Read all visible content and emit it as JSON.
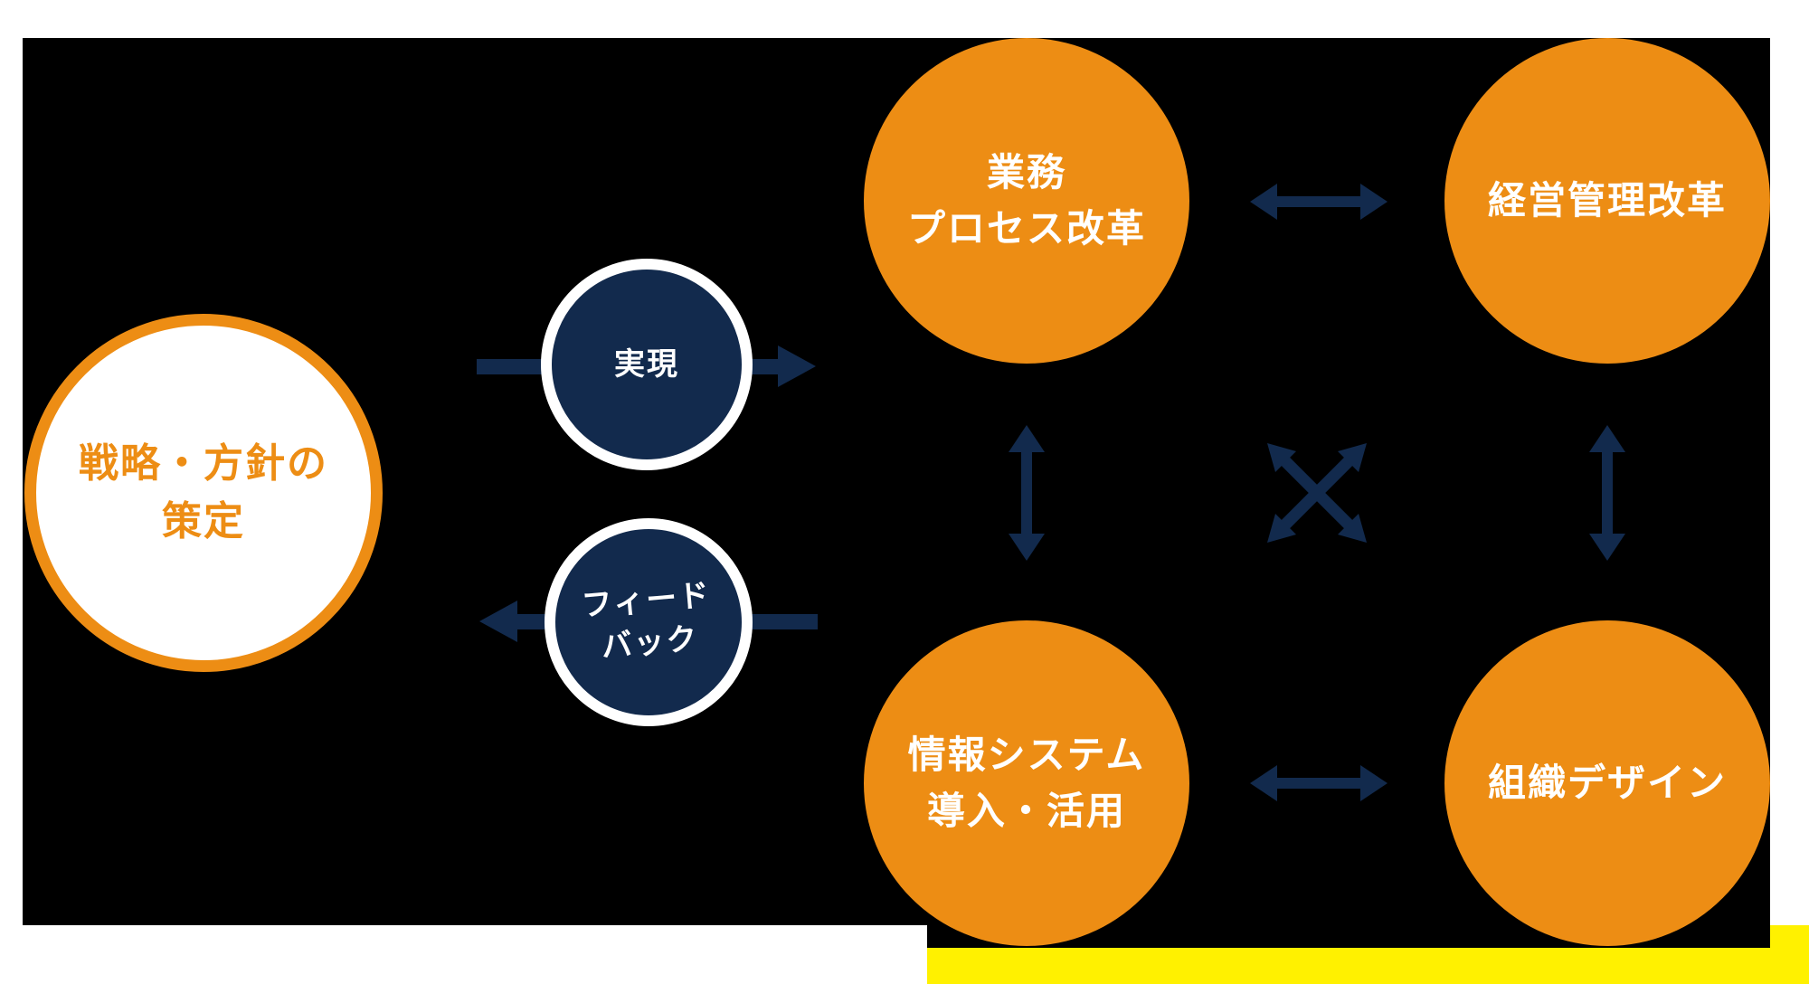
{
  "colors": {
    "orange": "#ED8D14",
    "navy": "#122A4D",
    "yellow": "#FFF100",
    "panel_black": "#000000",
    "white": "#FFFFFF"
  },
  "nodes": {
    "strategy": {
      "line1": "戦略・方針の",
      "line2": "策定"
    },
    "realize": {
      "label": "実現"
    },
    "feedback": {
      "line1": "フィード",
      "line2": "バック"
    },
    "business_process": {
      "line1": "業務",
      "line2": "プロセス改革"
    },
    "management_reform": {
      "label": "経営管理改革"
    },
    "info_system": {
      "line1": "情報システム",
      "line2": "導入・活用"
    },
    "org_design": {
      "label": "組織デザイン"
    }
  },
  "icons": {
    "arrow_realize": "right-arrow",
    "arrow_feedback": "left-arrow",
    "double_arrow_top": "horizontal-double-arrow",
    "double_arrow_bottom": "horizontal-double-arrow",
    "double_arrow_left_column": "vertical-double-arrow",
    "double_arrow_right_column": "vertical-double-arrow",
    "cross_arrows": "diagonal-cross-double-arrows"
  }
}
